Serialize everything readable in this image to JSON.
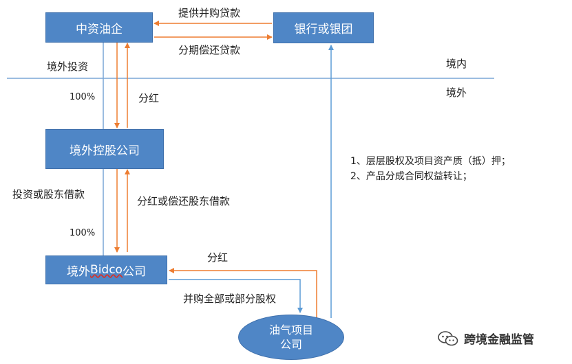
{
  "nodes": {
    "sino_oil": "中资油企",
    "bank": "银行或银团",
    "offshore_holding": "境外控股公司",
    "bidco_prefix": "境外",
    "bidco_name": "Bidco",
    "bidco_suffix": "公司",
    "project_line1": "油气项目",
    "project_line2": "公司"
  },
  "edges": {
    "provide_loan": "提供并购贷款",
    "repay_loan": "分期偿还贷款",
    "overseas_investment": "境外投资",
    "pct_top": "100%",
    "dividend_1": "分红",
    "invest_or_loan": "投资或股东借款",
    "dividend_or_repay": "分红或偿还股东借款",
    "pct_bottom": "100%",
    "dividend_2": "分红",
    "acquire_equity": "并购全部或部分股权"
  },
  "zones": {
    "domestic": "境内",
    "overseas": "境外"
  },
  "notes": [
    "1、层层股权及项目资产质（抵）押；",
    "2、产品分成合同权益转让；"
  ],
  "watermark": "跨境金融监管",
  "colors": {
    "box_fill": "#4f86c6",
    "box_border": "#3f70ac",
    "flow_arrow": "#ed7d31",
    "link_line": "#7aa6d6",
    "border_line": "#5b9bd5"
  }
}
